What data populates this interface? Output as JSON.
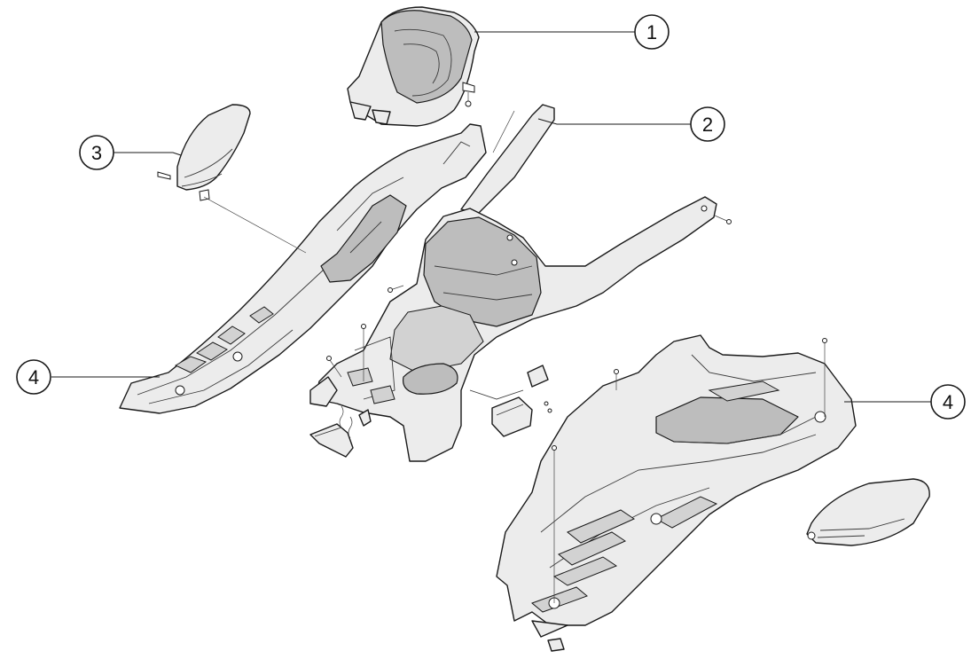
{
  "callouts": [
    {
      "id": "c1",
      "label": "1"
    },
    {
      "id": "c2",
      "label": "2"
    },
    {
      "id": "c3",
      "label": "3"
    },
    {
      "id": "c4a",
      "label": "4"
    },
    {
      "id": "c4b",
      "label": "4"
    }
  ]
}
